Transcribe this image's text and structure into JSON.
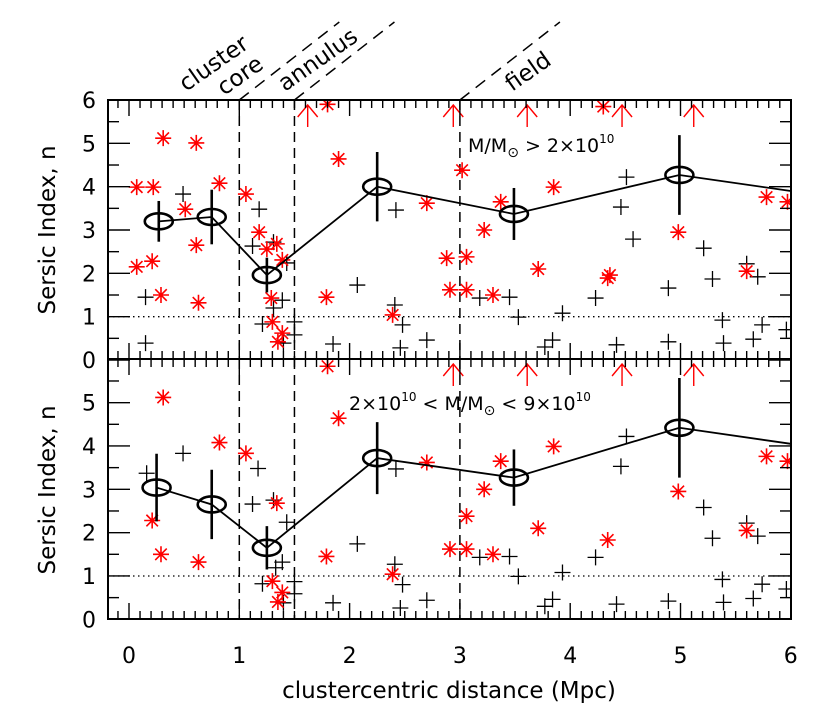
{
  "chart_data": {
    "type": "scatter",
    "xlabel": "clustercentric distance (Mpc)",
    "ylabel": "Sersic Index, n",
    "xlim": [
      -0.2,
      6
    ],
    "ylim": [
      0,
      6
    ],
    "x_ticks": [
      "0",
      "1",
      "2",
      "3",
      "4",
      "5",
      "6"
    ],
    "y_ticks": [
      "0",
      "1",
      "2",
      "3",
      "4",
      "5",
      "6"
    ],
    "reference_line_n": 1,
    "region_boundaries": [
      1.0,
      1.5,
      3.0
    ],
    "region_labels": [
      "cluster",
      "core",
      "annulus",
      "field"
    ],
    "colors": {
      "red_points": "#ff0000",
      "black_points": "#000000",
      "mean_line": "#000000"
    },
    "marker_types": {
      "red": "asterisk",
      "black": "plus",
      "limit": "up-arrow",
      "mean": "ellipse-with-error-bar"
    },
    "panels": [
      {
        "annotation": {
          "pre": "M/M",
          "sun": "⊙",
          "mid": " > 2×10",
          "exp": "10",
          "post": ""
        },
        "red": [
          [
            0.07,
            3.99
          ],
          [
            0.22,
            3.99
          ],
          [
            0.31,
            5.12
          ],
          [
            0.61,
            5.01
          ],
          [
            0.51,
            3.48
          ],
          [
            0.82,
            4.08
          ],
          [
            0.07,
            2.15
          ],
          [
            0.21,
            2.28
          ],
          [
            0.61,
            2.65
          ],
          [
            0.29,
            1.5
          ],
          [
            0.63,
            1.32
          ],
          [
            1.06,
            3.83
          ],
          [
            1.18,
            2.95
          ],
          [
            1.25,
            2.56
          ],
          [
            1.34,
            2.68
          ],
          [
            1.39,
            2.31
          ],
          [
            1.29,
            1.43
          ],
          [
            1.3,
            0.88
          ],
          [
            1.39,
            0.62
          ],
          [
            1.35,
            0.42
          ],
          [
            1.79,
            1.45
          ],
          [
            1.9,
            4.64
          ],
          [
            1.8,
            5.9
          ],
          [
            2.39,
            1.04
          ],
          [
            2.7,
            3.62
          ],
          [
            3.02,
            4.38
          ],
          [
            2.88,
            2.35
          ],
          [
            3.06,
            2.38
          ],
          [
            2.91,
            1.62
          ],
          [
            3.06,
            1.62
          ],
          [
            3.37,
            3.65
          ],
          [
            3.22,
            3.0
          ],
          [
            3.3,
            1.5
          ],
          [
            3.71,
            2.1
          ],
          [
            3.85,
            3.99
          ],
          [
            4.3,
            5.85
          ],
          [
            4.34,
            1.89
          ],
          [
            4.36,
            1.96
          ],
          [
            4.98,
            2.95
          ],
          [
            5.6,
            2.05
          ],
          [
            5.78,
            3.76
          ],
          [
            5.97,
            3.65
          ]
        ],
        "black": [
          [
            0.49,
            3.83
          ],
          [
            0.15,
            1.45
          ],
          [
            0.15,
            0.39
          ],
          [
            1.18,
            3.48
          ],
          [
            1.12,
            2.63
          ],
          [
            1.31,
            2.72
          ],
          [
            1.43,
            2.24
          ],
          [
            1.39,
            1.38
          ],
          [
            1.31,
            1.2
          ],
          [
            1.21,
            0.83
          ],
          [
            1.5,
            0.88
          ],
          [
            1.5,
            0.58
          ],
          [
            1.4,
            0.39
          ],
          [
            1.85,
            0.37
          ],
          [
            2.07,
            1.73
          ],
          [
            2.42,
            3.46
          ],
          [
            2.41,
            1.27
          ],
          [
            2.48,
            0.81
          ],
          [
            2.46,
            0.28
          ],
          [
            2.7,
            0.46
          ],
          [
            3.18,
            1.43
          ],
          [
            3.45,
            1.45
          ],
          [
            3.53,
            0.99
          ],
          [
            4.51,
            4.22
          ],
          [
            4.46,
            3.53
          ],
          [
            4.57,
            2.79
          ],
          [
            4.23,
            1.43
          ],
          [
            3.93,
            1.08
          ],
          [
            3.84,
            0.46
          ],
          [
            3.77,
            0.3
          ],
          [
            4.42,
            0.35
          ],
          [
            4.89,
            1.66
          ],
          [
            4.89,
            0.42
          ],
          [
            5.21,
            2.58
          ],
          [
            5.29,
            1.87
          ],
          [
            5.6,
            2.22
          ],
          [
            5.7,
            1.92
          ],
          [
            5.38,
            0.92
          ],
          [
            5.39,
            0.39
          ],
          [
            5.74,
            0.81
          ],
          [
            5.66,
            0.48
          ],
          [
            5.96,
            0.7
          ]
        ],
        "lower_limits_x": [
          1.62,
          2.94,
          3.61,
          4.47,
          5.12
        ],
        "means": [
          {
            "x": 0.27,
            "n": 3.2,
            "err": 0.47
          },
          {
            "x": 0.75,
            "n": 3.3,
            "err": 0.63
          },
          {
            "x": 1.25,
            "n": 1.96,
            "err": 0.4
          },
          {
            "x": 2.25,
            "n": 4.0,
            "err": 0.8
          },
          {
            "x": 3.49,
            "n": 3.37,
            "err": 0.6
          },
          {
            "x": 4.99,
            "n": 4.27,
            "err": 0.92
          },
          {
            "x": 6.0,
            "n": 3.9,
            "err": null
          }
        ]
      },
      {
        "annotation": {
          "pre": "2×10",
          "pre_exp": "10",
          "mid_pre": " < M/M",
          "sun": "⊙",
          "mid": " < 9×10",
          "exp": "10"
        },
        "red": [
          [
            0.31,
            5.12
          ],
          [
            0.82,
            4.08
          ],
          [
            1.06,
            3.83
          ],
          [
            0.21,
            2.28
          ],
          [
            0.29,
            1.5
          ],
          [
            0.63,
            1.32
          ],
          [
            1.34,
            2.68
          ],
          [
            1.3,
            0.88
          ],
          [
            1.39,
            0.62
          ],
          [
            1.35,
            0.4
          ],
          [
            1.79,
            1.45
          ],
          [
            1.9,
            4.64
          ],
          [
            1.8,
            5.84
          ],
          [
            2.39,
            1.04
          ],
          [
            2.7,
            3.62
          ],
          [
            3.06,
            2.38
          ],
          [
            2.91,
            1.62
          ],
          [
            3.06,
            1.62
          ],
          [
            3.37,
            3.65
          ],
          [
            3.22,
            3.0
          ],
          [
            3.3,
            1.5
          ],
          [
            3.71,
            2.1
          ],
          [
            3.85,
            3.99
          ],
          [
            4.34,
            1.83
          ],
          [
            4.98,
            2.95
          ],
          [
            5.6,
            2.05
          ],
          [
            5.78,
            3.76
          ],
          [
            5.97,
            3.65
          ]
        ],
        "black": [
          [
            0.16,
            3.37
          ],
          [
            0.49,
            3.83
          ],
          [
            1.17,
            3.48
          ],
          [
            1.12,
            2.66
          ],
          [
            1.31,
            2.75
          ],
          [
            1.43,
            2.24
          ],
          [
            1.39,
            1.32
          ],
          [
            1.33,
            1.19
          ],
          [
            1.21,
            0.82
          ],
          [
            1.5,
            0.87
          ],
          [
            1.5,
            0.59
          ],
          [
            1.4,
            0.38
          ],
          [
            1.85,
            0.38
          ],
          [
            2.07,
            1.74
          ],
          [
            2.42,
            3.47
          ],
          [
            2.41,
            1.27
          ],
          [
            2.48,
            0.8
          ],
          [
            2.46,
            0.26
          ],
          [
            2.7,
            0.44
          ],
          [
            3.18,
            1.43
          ],
          [
            3.45,
            1.45
          ],
          [
            3.53,
            0.99
          ],
          [
            4.51,
            4.22
          ],
          [
            4.46,
            3.53
          ],
          [
            4.23,
            1.43
          ],
          [
            3.93,
            1.08
          ],
          [
            3.84,
            0.46
          ],
          [
            3.77,
            0.3
          ],
          [
            4.42,
            0.35
          ],
          [
            4.89,
            0.42
          ],
          [
            5.21,
            2.58
          ],
          [
            5.29,
            1.87
          ],
          [
            5.6,
            2.22
          ],
          [
            5.7,
            1.92
          ],
          [
            5.38,
            0.92
          ],
          [
            5.39,
            0.39
          ],
          [
            5.74,
            0.81
          ],
          [
            5.66,
            0.48
          ],
          [
            5.96,
            0.7
          ]
        ],
        "lower_limits_x": [
          2.94,
          3.61,
          4.47,
          5.12
        ],
        "means": [
          {
            "x": 0.25,
            "n": 3.04,
            "err": 0.78
          },
          {
            "x": 0.75,
            "n": 2.65,
            "err": 0.8
          },
          {
            "x": 1.25,
            "n": 1.65,
            "err": 0.5
          },
          {
            "x": 2.25,
            "n": 3.72,
            "err": 0.83
          },
          {
            "x": 3.49,
            "n": 3.27,
            "err": 0.65
          },
          {
            "x": 4.99,
            "n": 4.42,
            "err": 1.15
          },
          {
            "x": 6.0,
            "n": 4.05,
            "err": null
          }
        ]
      }
    ]
  }
}
